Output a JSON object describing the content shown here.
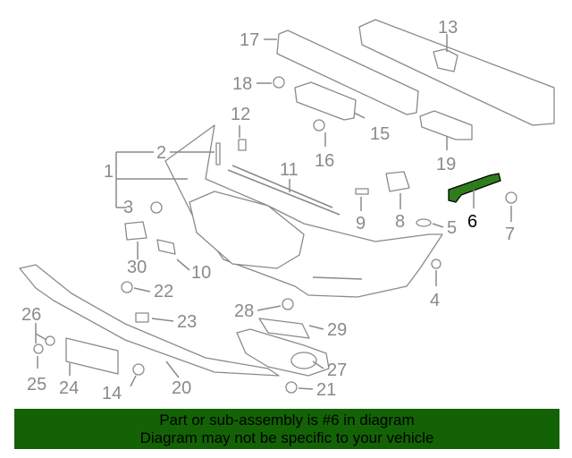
{
  "diagram": {
    "highlighted_part": "6",
    "highlight_color": "#2f7d1a",
    "callouts": [
      "1",
      "2",
      "3",
      "4",
      "5",
      "6",
      "7",
      "8",
      "9",
      "10",
      "11",
      "12",
      "13",
      "14",
      "15",
      "16",
      "17",
      "18",
      "19",
      "20",
      "21",
      "22",
      "23",
      "24",
      "25",
      "26",
      "27",
      "28",
      "29",
      "30"
    ]
  },
  "banner": {
    "line1": "Part or sub-assembly is #6 in diagram",
    "line2": "Diagram may not be specific to your vehicle",
    "color": "#136306"
  }
}
